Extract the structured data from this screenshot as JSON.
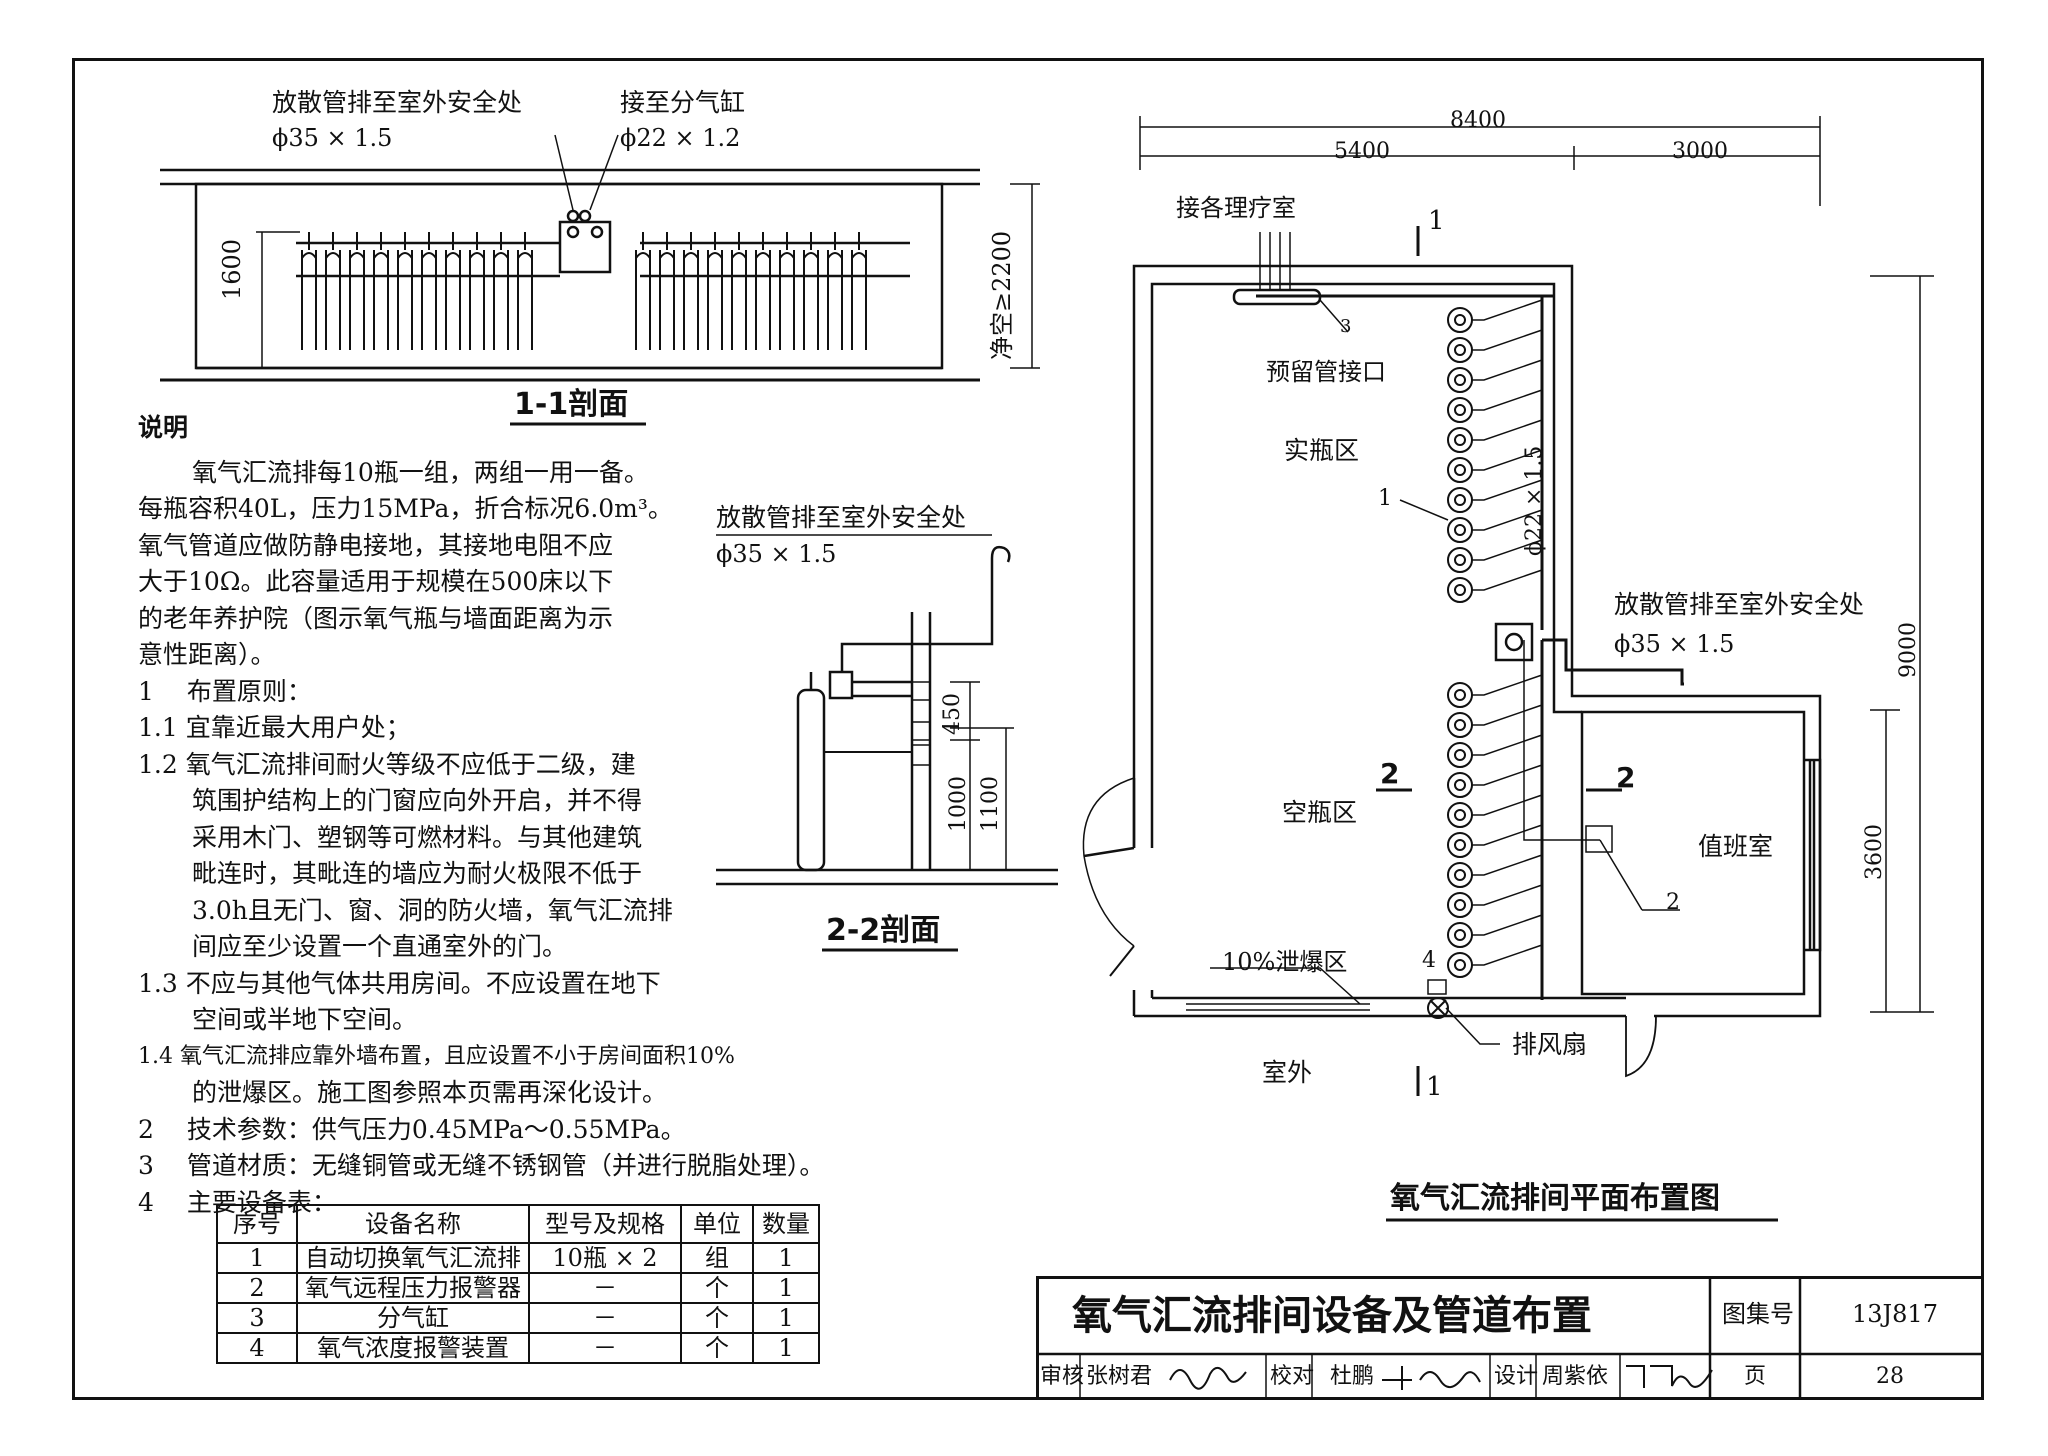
{
  "section_1_1": {
    "vent_label": "放散管排至室外安全处",
    "vent_spec": "ϕ35 × 1.5",
    "to_manifold_label": "接至分气缸",
    "to_manifold_spec": "ϕ22 × 1.2",
    "dim_height": "1600",
    "dim_clear": "净空≥2200",
    "title": "1-1剖面"
  },
  "notes": {
    "heading": "说明",
    "lines": [
      "氧气汇流排每10瓶一组，两组一用一备。",
      "每瓶容积40L，压力15MPa，折合标况6.0m³。",
      "氧气管道应做防静电接地，其接地电阻不应",
      "大于10Ω。此容量适用于规模在500床以下",
      "的老年养护院（图示氧气瓶与墙面距离为示",
      "意性距离）。",
      "1　 布置原则：",
      "1.1 宜靠近最大用户处；",
      "1.2 氧气汇流排间耐火等级不应低于二级，建",
      "筑围护结构上的门窗应向外开启，并不得",
      "采用木门、塑钢等可燃材料。与其他建筑",
      "毗连时，其毗连的墙应为耐火极限不低于",
      "3.0h且无门、窗、洞的防火墙，氧气汇流排",
      "间应至少设置一个直通室外的门。",
      "1.3 不应与其他气体共用房间。不应设置在地下",
      "空间或半地下空间。",
      "1.4 氧气汇流排应靠外墙布置，且应设置不小于房间面积10%",
      "的泄爆区。施工图参照本页需再深化设计。",
      "2　 技术参数：供气压力0.45MPa～0.55MPa。",
      "3　 管道材质：无缝铜管或无缝不锈钢管（并进行脱脂处理）。",
      "4　 主要设备表："
    ]
  },
  "equipment_table": {
    "headers": [
      "序号",
      "设备名称",
      "型号及规格",
      "单位",
      "数量"
    ],
    "rows": [
      [
        "1",
        "自动切换氧气汇流排",
        "10瓶 × 2",
        "组",
        "1"
      ],
      [
        "2",
        "氧气远程压力报警器",
        "－",
        "个",
        "1"
      ],
      [
        "3",
        "分气缸",
        "－",
        "个",
        "1"
      ],
      [
        "4",
        "氧气浓度报警装置",
        "－",
        "个",
        "1"
      ]
    ]
  },
  "section_2_2": {
    "vent_label": "放散管排至室外安全处",
    "vent_spec": "ϕ35 × 1.5",
    "dim_450": "450",
    "dim_1000": "1000",
    "dim_1100": "1100",
    "title": "2-2剖面"
  },
  "plan": {
    "dim_total": "8400",
    "dim_left": "5400",
    "dim_right": "3000",
    "dim_height": "9000",
    "dim_duty": "3600",
    "to_rooms": "接各理疗室",
    "reserved": "预留管接口",
    "full_zone": "实瓶区",
    "empty_zone": "空瓶区",
    "pipe_spec": "ϕ22 × 1.5",
    "vent_label": "放散管排至室外安全处",
    "vent_spec": "ϕ35 × 1.5",
    "duty_room": "值班室",
    "relief_zone": "10%泄爆区",
    "outdoor": "室外",
    "fan": "排风扇",
    "sec_1_top": "1",
    "sec_1_bottom": "1",
    "sec_2_left": "2",
    "sec_2_right": "2",
    "tag_1": "1",
    "tag_2": "2",
    "tag_3": "3",
    "tag_4": "4",
    "title": "氧气汇流排间平面布置图"
  },
  "title_block": {
    "title": "氧气汇流排间设备及管道布置",
    "atlas_label": "图集号",
    "atlas_no": "13J817",
    "review_label": "审核",
    "reviewer": "张树君",
    "check_label": "校对",
    "checker": "杜鹏",
    "design_label": "设计",
    "designer": "周紫依",
    "page_label": "页",
    "page_no": "28"
  }
}
